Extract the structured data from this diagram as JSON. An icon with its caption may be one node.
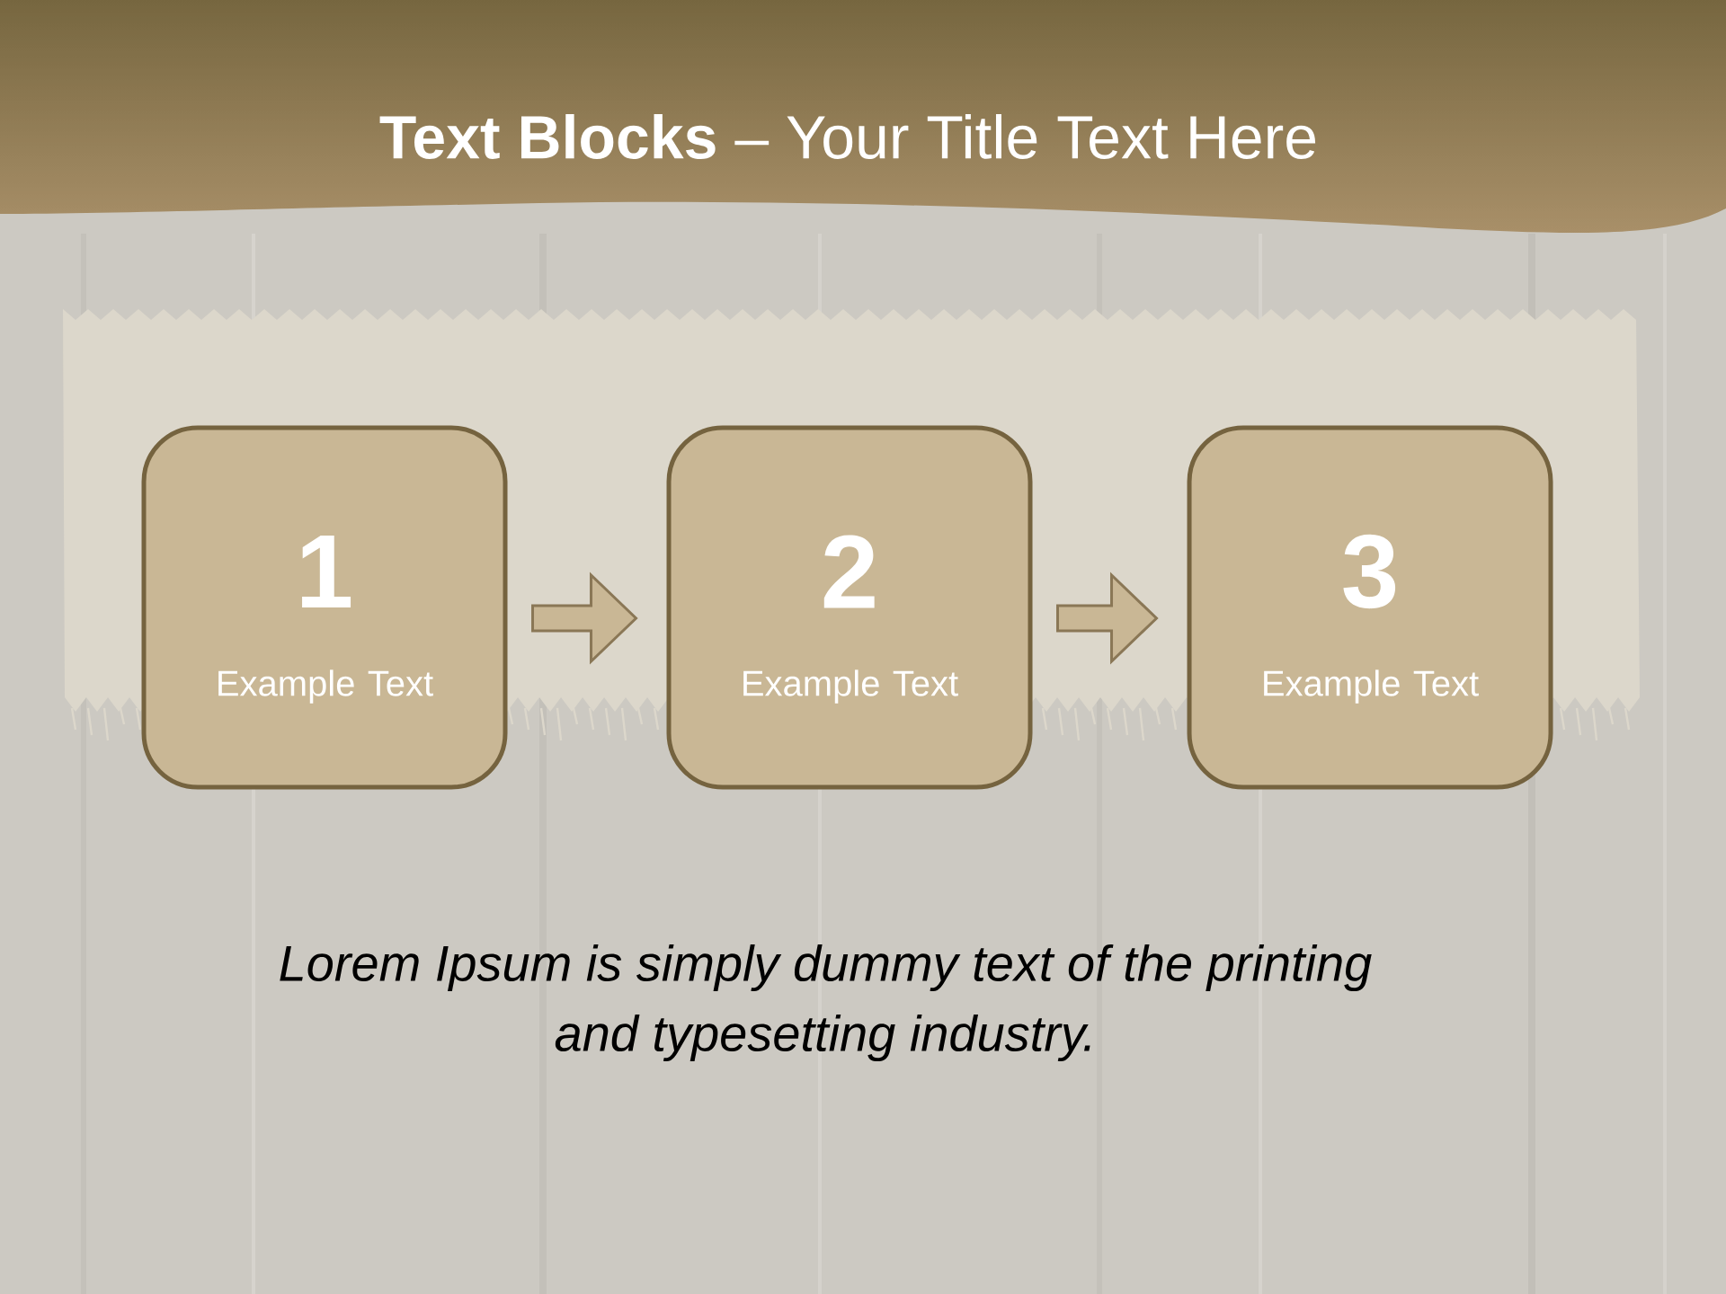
{
  "diagram": {
    "title": "**Text Blocks** – Your Title Text Here",
    "nodes": [
      {
        "text": [
          "1",
          "Example Text"
        ]
      },
      {
        "text": [
          "2",
          "Example Text"
        ]
      },
      {
        "text": [
          "3",
          "Example Text"
        ]
      }
    ],
    "edges": [
      {
        "from": 0,
        "to": 1,
        "arrow": "to"
      },
      {
        "from": 1,
        "to": 2,
        "arrow": "to"
      }
    ],
    "caption": "Lorem Ipsum is simply dummy text of the printing and typesetting industry."
  }
}
